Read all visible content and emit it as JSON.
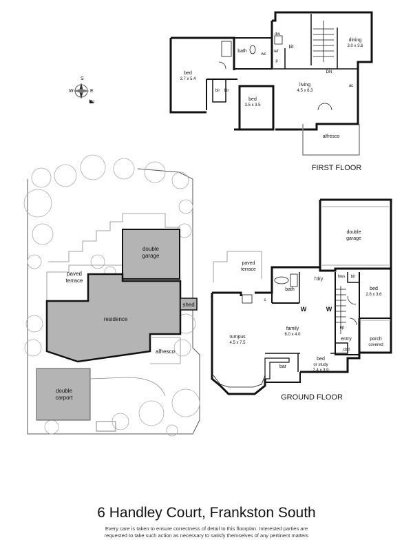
{
  "compass": {
    "north": "N",
    "south": "S",
    "east": "E",
    "west": "W"
  },
  "first_floor": {
    "heading": "FIRST FLOOR",
    "rooms": {
      "bed_main": {
        "name": "bed",
        "dims": "3.7 x 5.4"
      },
      "bath": {
        "name": "bath"
      },
      "wc": {
        "name": "wc"
      },
      "ref": {
        "name": "ref"
      },
      "dw": {
        "name": "dw"
      },
      "kit": {
        "name": "kit"
      },
      "p": {
        "name": "p"
      },
      "dining": {
        "name": "dining",
        "dims": "3.0 x 3.6"
      },
      "dn": {
        "name": "DN"
      },
      "bir1": {
        "name": "bir"
      },
      "bir2": {
        "name": "bir"
      },
      "bed_2": {
        "name": "bed",
        "dims": "3.5 x 3.5"
      },
      "living": {
        "name": "living",
        "dims": "4.5 x 6.3"
      },
      "ac": {
        "name": "ac"
      },
      "alfresco": {
        "name": "alfresco"
      }
    }
  },
  "site": {
    "double_garage": {
      "line1": "double",
      "line2": "garage"
    },
    "paved_terrace": {
      "line1": "paved",
      "line2": "terrace"
    },
    "residence": "residence",
    "shed": "shed",
    "alfresco": "alfresco",
    "double_carport": {
      "line1": "double",
      "line2": "carport"
    }
  },
  "ground_floor": {
    "heading": "GROUND FLOOR",
    "rooms": {
      "double_garage": {
        "line1": "double",
        "line2": "garage"
      },
      "paved_terrace": {
        "line1": "paved",
        "line2": "terrace"
      },
      "bath": {
        "name": "bath"
      },
      "c": {
        "name": "c"
      },
      "ldry": {
        "name": "l'dry"
      },
      "hws": {
        "name": "hws"
      },
      "bir": {
        "name": "bir"
      },
      "bed": {
        "name": "bed",
        "dims": "2.6 x 3.6"
      },
      "w1": {
        "name": "W"
      },
      "w2": {
        "name": "W"
      },
      "rumpus": {
        "name": "rumpus",
        "dims": "4.5 x 7.5"
      },
      "family": {
        "name": "family",
        "dims": "6.0 x 4.0"
      },
      "up": {
        "name": "up"
      },
      "entry": {
        "name": "entry"
      },
      "porch": {
        "name": "porch",
        "sub": "covered"
      },
      "cbd": {
        "name": "cbd"
      },
      "bar": {
        "name": "bar"
      },
      "bed_study": {
        "name": "bed",
        "sub": "or study",
        "dims": "2.4 x 3.9"
      }
    }
  },
  "footer": {
    "title": "6 Handley Court, Frankston South",
    "disclaimer_line1": "Every care is taken to ensure correctness of detail to this floorplan. Interested parties are",
    "disclaimer_line2": "requested to take such action as necessary to satisfy themselves of any pertinent matters"
  },
  "colors": {
    "wall": "#111111",
    "built_area": "#b4b4b4",
    "outline": "#9a9a9a",
    "background": "#ffffff"
  }
}
